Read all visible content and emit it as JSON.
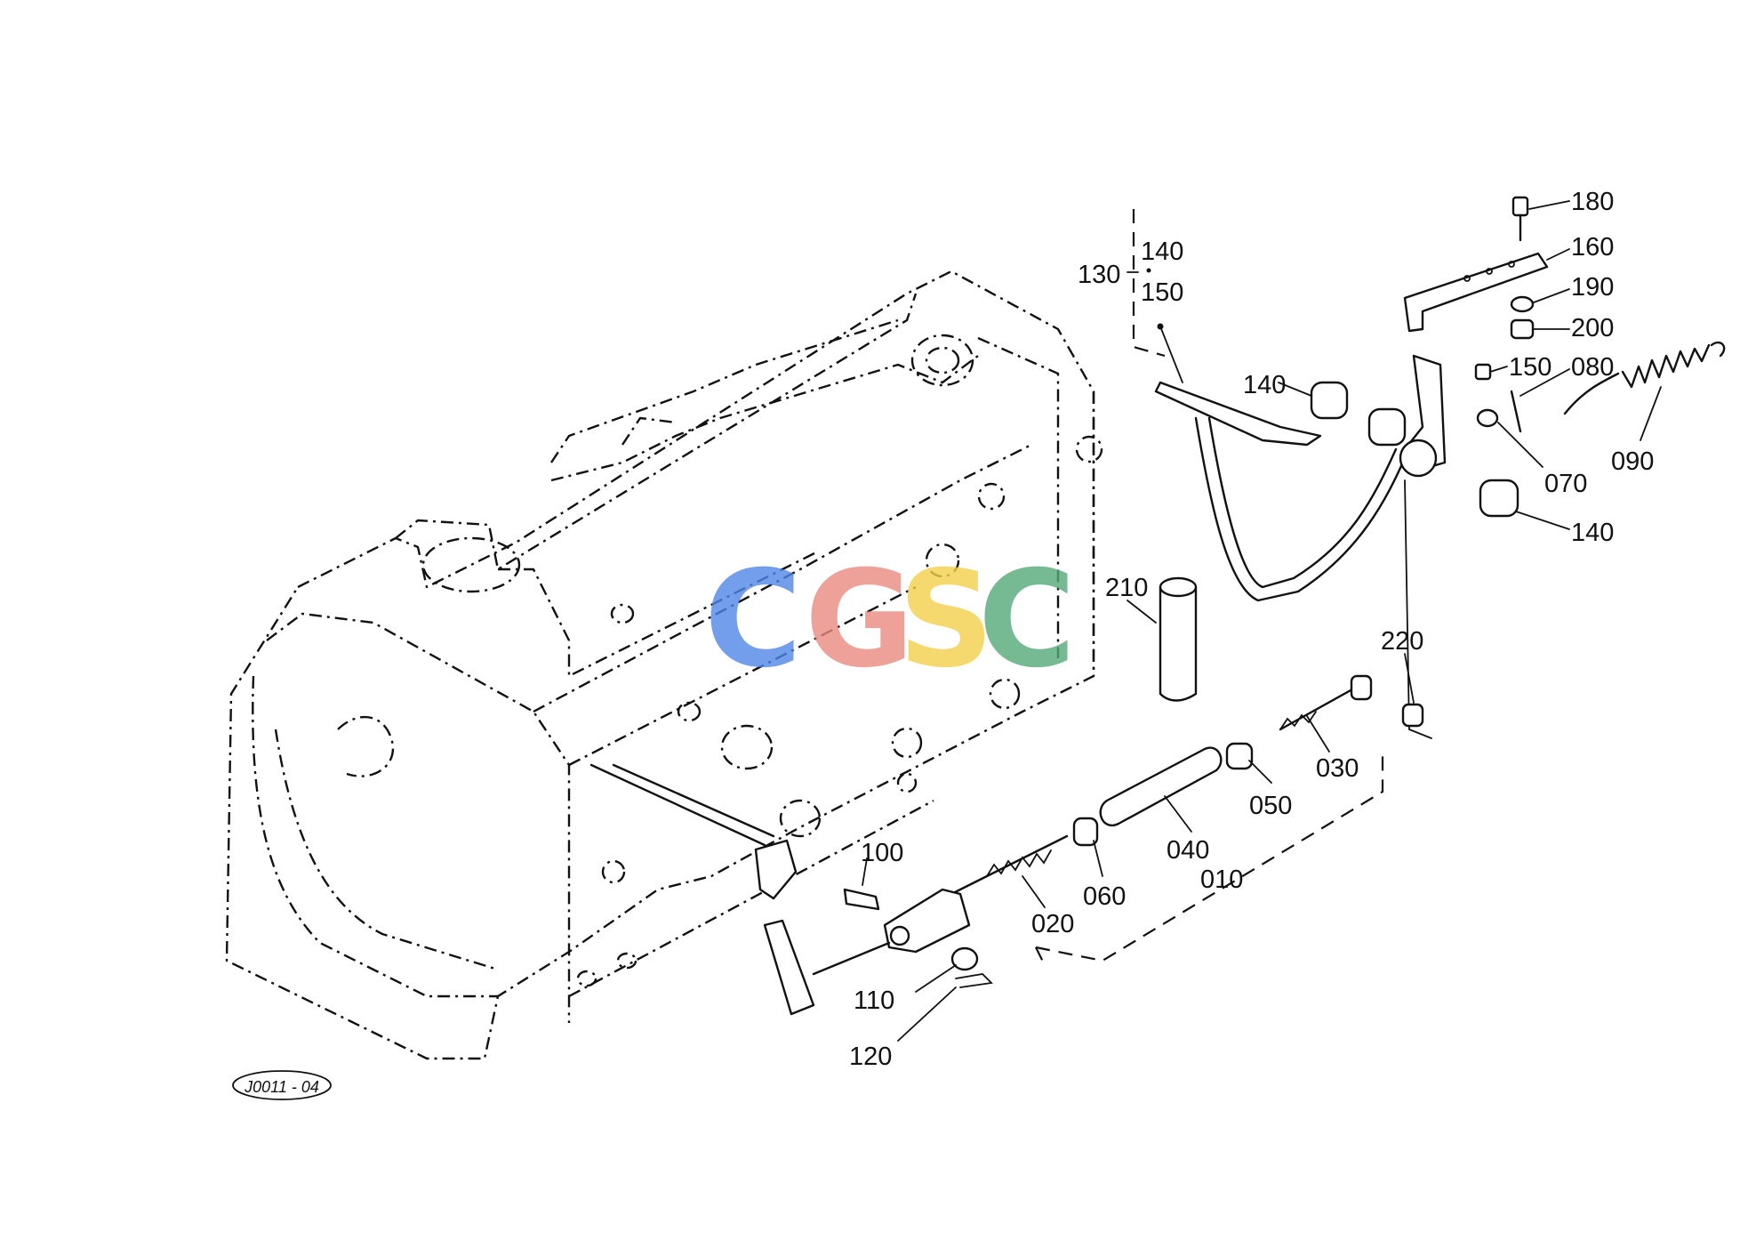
{
  "labels": {
    "p180": "180",
    "p160": "160",
    "p190": "190",
    "p200": "200",
    "p150_right": "150",
    "p080": "080",
    "p070": "070",
    "p090": "090",
    "p140_right": "140",
    "p140_mid": "140",
    "p130": "130",
    "p140_top": "140",
    "p150_top": "150",
    "p210": "210",
    "p220": "220",
    "p030": "030",
    "p050": "050",
    "p040": "040",
    "p010": "010",
    "p060": "060",
    "p020": "020",
    "p100": "100",
    "p110": "110",
    "p120": "120"
  },
  "diagram_id": "J0011 - 04",
  "watermark": {
    "letters": [
      "C",
      "G",
      "S",
      "C"
    ],
    "colors": [
      "#4f86e8",
      "#ea8a80",
      "#f5d04a",
      "#55a97a"
    ]
  }
}
